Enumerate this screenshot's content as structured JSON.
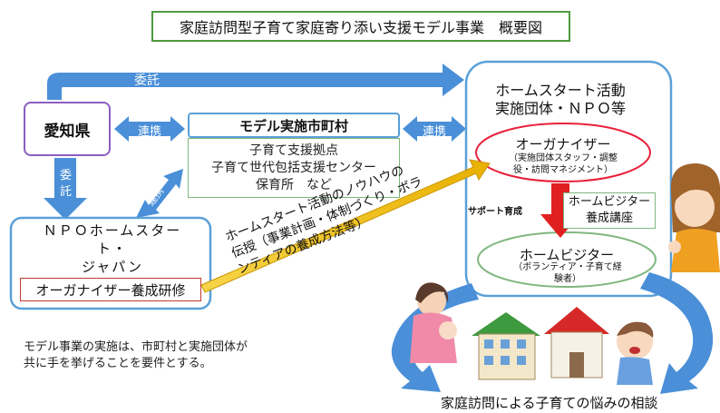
{
  "title": "家庭訪問型子育て家庭寄り添い支援モデル事業　概要図",
  "aichi": "愛知県",
  "arrows": {
    "top_commission": "委託",
    "left_commission_1": "委",
    "left_commission_2": "託",
    "renkei_left": "連携",
    "renkei_right": "連携",
    "renkei_diag": "連携"
  },
  "model": {
    "title": "モデル実施市町村",
    "lines": [
      "子育て支援拠点",
      "子育て世代包括支援センター",
      "保育所　など"
    ]
  },
  "npo": {
    "title_line1": "ＮＰＯホームスタート・",
    "title_line2": "ジャパン",
    "training": "オーガナイザー養成研修"
  },
  "implementer": {
    "title_line1": "ホームスタート活動",
    "title_line2": "実施団体・ＮＰＯ等",
    "organizer": "オーガナイザー",
    "organizer_sub1": "（実施団体スタッフ・調整",
    "organizer_sub2": "役・訪問マネジメント）",
    "support": "サポート育成",
    "hv_course_1": "ホームビジター",
    "hv_course_2": "養成講座",
    "home_visitor": "ホームビジター",
    "hv_sub1": "（ボランティア・子育て経",
    "hv_sub2": "験者）"
  },
  "diagonal": {
    "line1": "ホームスタート活動のノウハウの",
    "line2": "伝授（事業計画・体制づくり・ボラ",
    "line3": "ンティアの養成方法等）"
  },
  "note": {
    "line1": "モデル事業の実施は、市町村と実施団体が",
    "line2": "共に手を挙げることを要件とする。"
  },
  "bottom": "家庭訪問による子育ての悩みの相談",
  "colors": {
    "blue_arrow": "#4a8fd8",
    "box_border": "#5aa0d8",
    "green_border": "#4e9a3e",
    "purple": "#8b5ec0",
    "gold_arrow": "#f0c020",
    "red_arrow": "#e02020"
  }
}
